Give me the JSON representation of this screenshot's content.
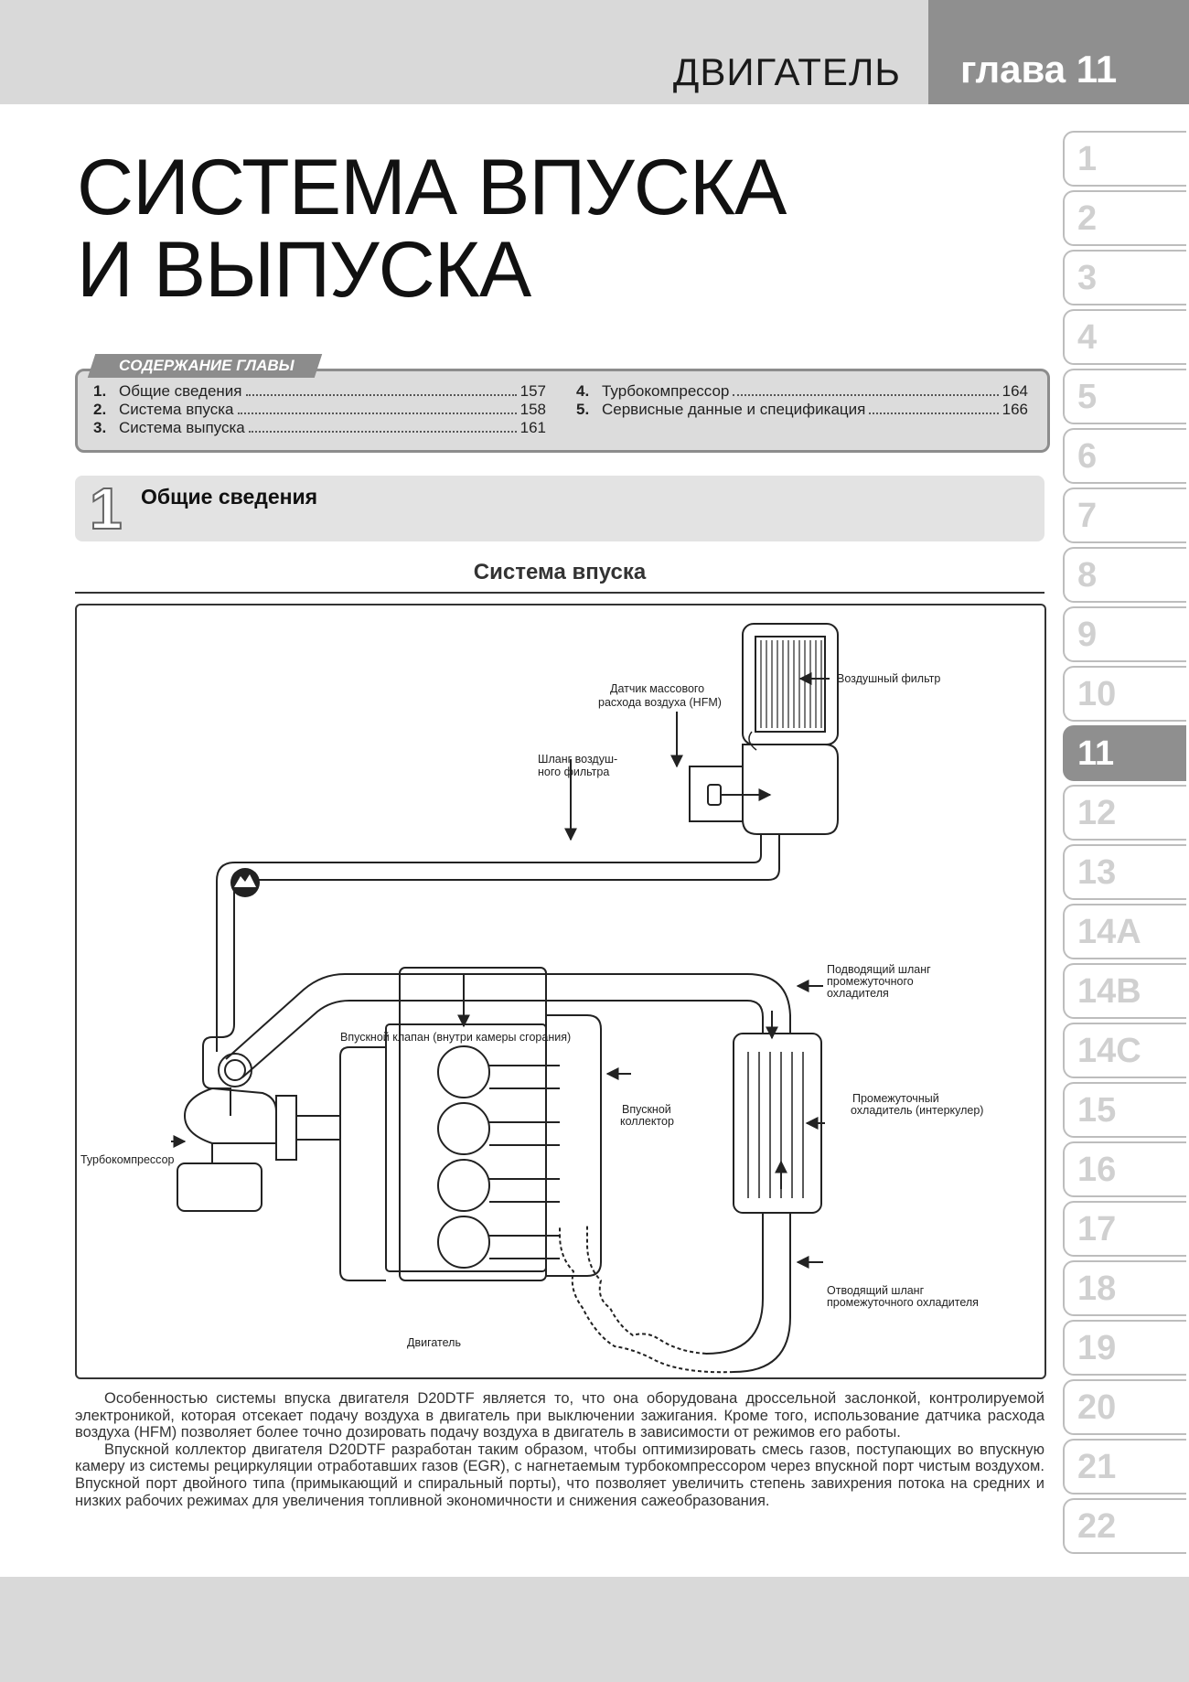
{
  "header": {
    "section": "ДВИГАТЕЛЬ",
    "chapter": "глава 11"
  },
  "title": {
    "line1": "СИСТЕМА ВПУСКА",
    "line2": "И ВЫПУСКА"
  },
  "toc": {
    "title": "СОДЕРЖАНИЕ ГЛАВЫ",
    "left": [
      {
        "num": "1.",
        "text": "Общие сведения",
        "page": "157"
      },
      {
        "num": "2.",
        "text": "Система впуска",
        "page": "158"
      },
      {
        "num": "3.",
        "text": "Система выпуска",
        "page": "161"
      }
    ],
    "right": [
      {
        "num": "4.",
        "text": "Турбокомпрессор",
        "page": "164"
      },
      {
        "num": "5.",
        "text": "Сервисные данные и спецификация",
        "page": "166"
      }
    ]
  },
  "section": {
    "num": "1",
    "title": "Общие сведения"
  },
  "figure": {
    "title": "Система впуска",
    "labels": {
      "air_filter": "Воздушный фильтр",
      "hfm_1": "Датчик массового",
      "hfm_2": "расхода воздуха (HFM)",
      "hose_1": "Шланг воздуш-",
      "hose_2": "ного фильтра",
      "inlet_hose_1": "Подводящий шланг",
      "inlet_hose_2": "промежуточного",
      "inlet_hose_3": "охладителя",
      "intake_valve": "Впускной клапан (внутри камеры сгорания)",
      "manifold_1": "Впускной",
      "manifold_2": "коллектор",
      "intercooler_1": "Промежуточный",
      "intercooler_2": "охладитель (интеркулер)",
      "turbo": "Турбокомпрессор",
      "outlet_hose_1": "Отводящий шланг",
      "outlet_hose_2": "промежуточного охладителя",
      "engine": "Двигатель"
    }
  },
  "body": {
    "p1": "Особенностью системы впуска двигателя D20DTF является то, что она оборудована дроссельной заслонкой, контролируемой электроникой, которая отсекает подачу воздуха в двигатель при выключении зажигания. Кроме того, использование датчика расхода воздуха (HFM) позволяет более точно дозировать подачу воздуха в двигатель в зависимости от режимов его работы.",
    "p2": "Впускной коллектор двигателя D20DTF разработан таким образом, чтобы оптимизировать смесь газов, поступающих во впускную камеру из системы рециркуляции отработавших газов (EGR), с нагнетаемым турбокомпрессором через впускной порт чистым воздухом. Впускной порт двойного типа (примыкающий и спиральный порты), что позволяет увеличить степень завихрения потока на средних и низких рабочих режимах для увеличения топливной экономичности и снижения сажеобразования."
  },
  "tabs": [
    "1",
    "2",
    "3",
    "4",
    "5",
    "6",
    "7",
    "8",
    "9",
    "10",
    "11",
    "12",
    "13",
    "14A",
    "14B",
    "14C",
    "15",
    "16",
    "17",
    "18",
    "19",
    "20",
    "21",
    "22"
  ],
  "active_tab": "11",
  "colors": {
    "header_bg": "#d9d9d9",
    "chapter_bg": "#8f8f8f",
    "toc_bg": "#dcdcdc"
  }
}
